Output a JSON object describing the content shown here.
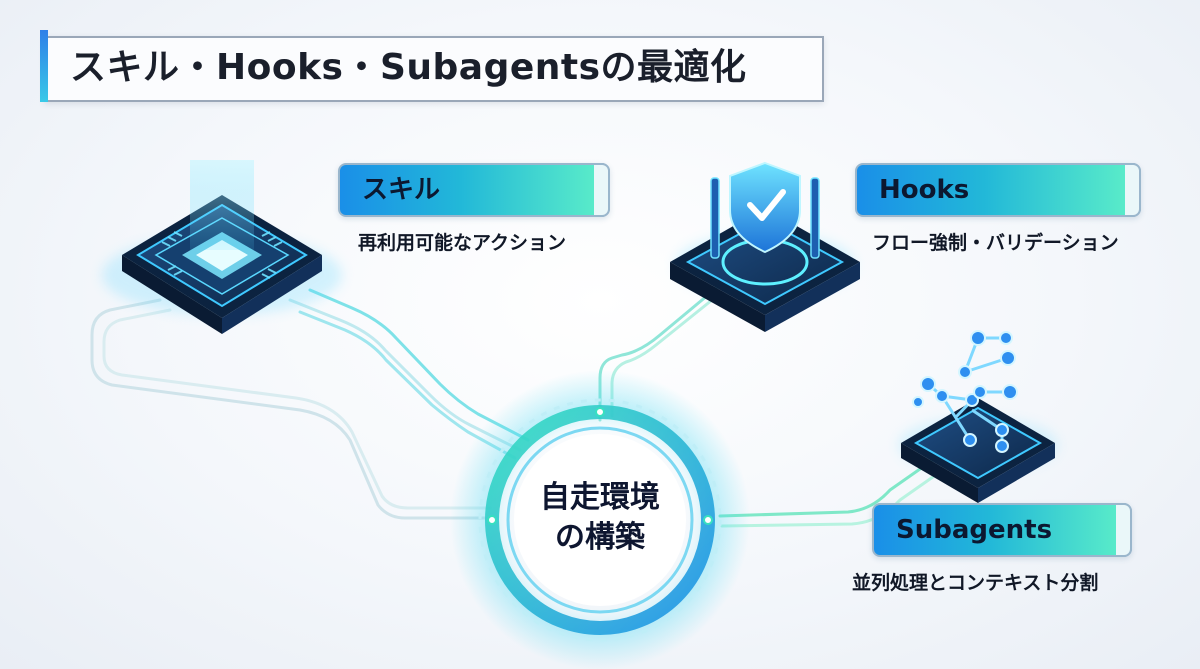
{
  "title": "スキル・Hooks・Subagentsの最適化",
  "hub": {
    "line1": "自走環境",
    "line2": "の構築"
  },
  "nodes": [
    {
      "id": "skills",
      "label": "スキル",
      "description": "再利用可能なアクション",
      "icon": "chip-icon"
    },
    {
      "id": "hooks",
      "label": "Hooks",
      "description": "フロー強制・バリデーション",
      "icon": "shield-check-icon"
    },
    {
      "id": "subagents",
      "label": "Subagents",
      "description": "並列処理とコンテキスト分割",
      "icon": "branch-network-icon"
    }
  ],
  "colors": {
    "accent_blue": "#1a8fe8",
    "accent_teal": "#5ef0c8",
    "glow": "#38e6f0",
    "platform_dark": "#0f2a4a",
    "text_dark": "#111827"
  }
}
